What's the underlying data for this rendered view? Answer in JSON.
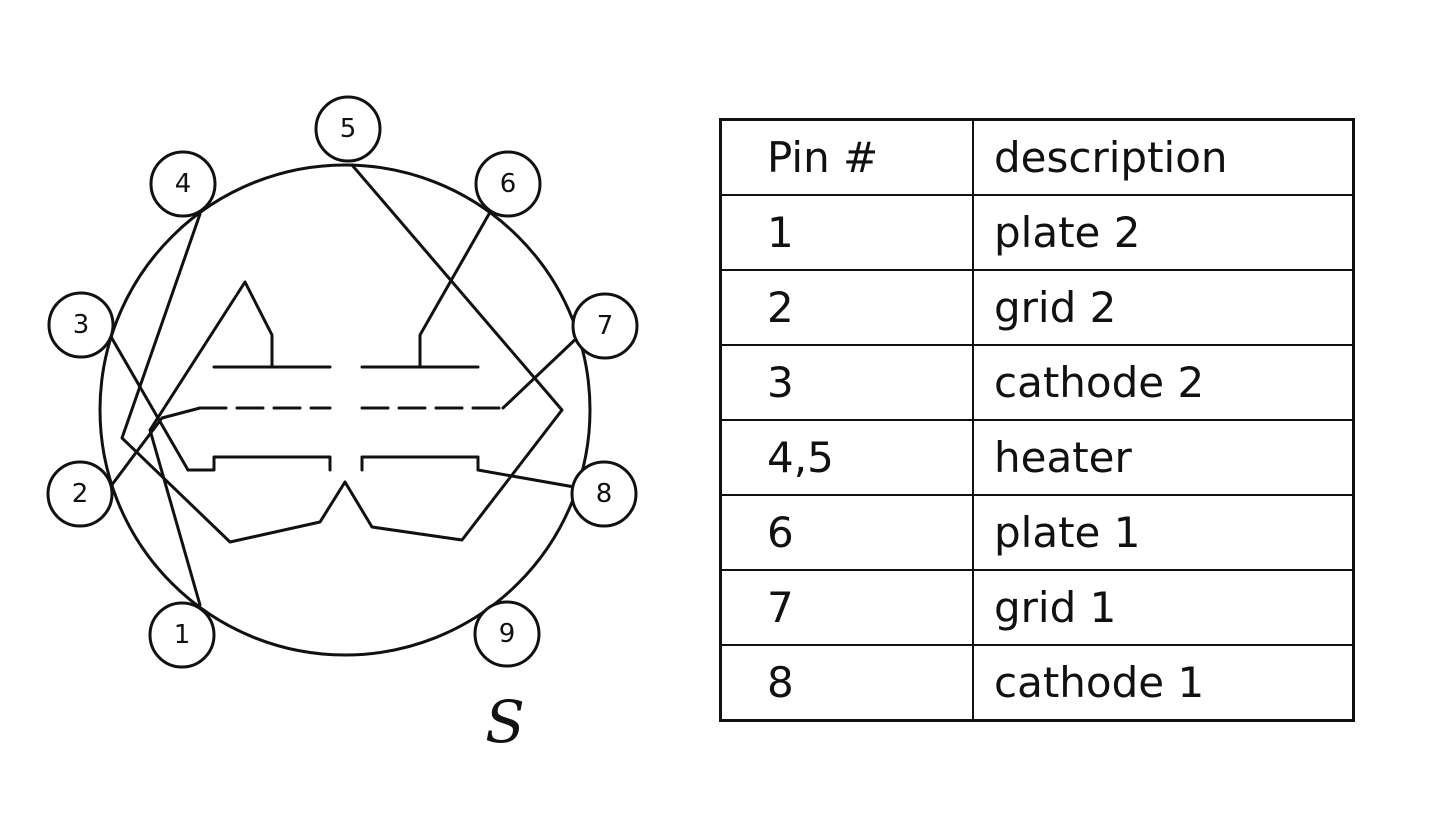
{
  "diagram": {
    "pins": [
      "1",
      "2",
      "3",
      "4",
      "5",
      "6",
      "7",
      "8",
      "9"
    ],
    "handwritten_mark": "S"
  },
  "table": {
    "header": {
      "pin": "Pin #",
      "description": "description"
    },
    "rows": [
      {
        "pin": "1",
        "description": "plate 2"
      },
      {
        "pin": "2",
        "description": "grid 2"
      },
      {
        "pin": "3",
        "description": "cathode 2"
      },
      {
        "pin": "4,5",
        "description": "heater"
      },
      {
        "pin": "6",
        "description": "plate 1"
      },
      {
        "pin": "7",
        "description": "grid 1"
      },
      {
        "pin": "8",
        "description": "cathode 1"
      }
    ]
  }
}
